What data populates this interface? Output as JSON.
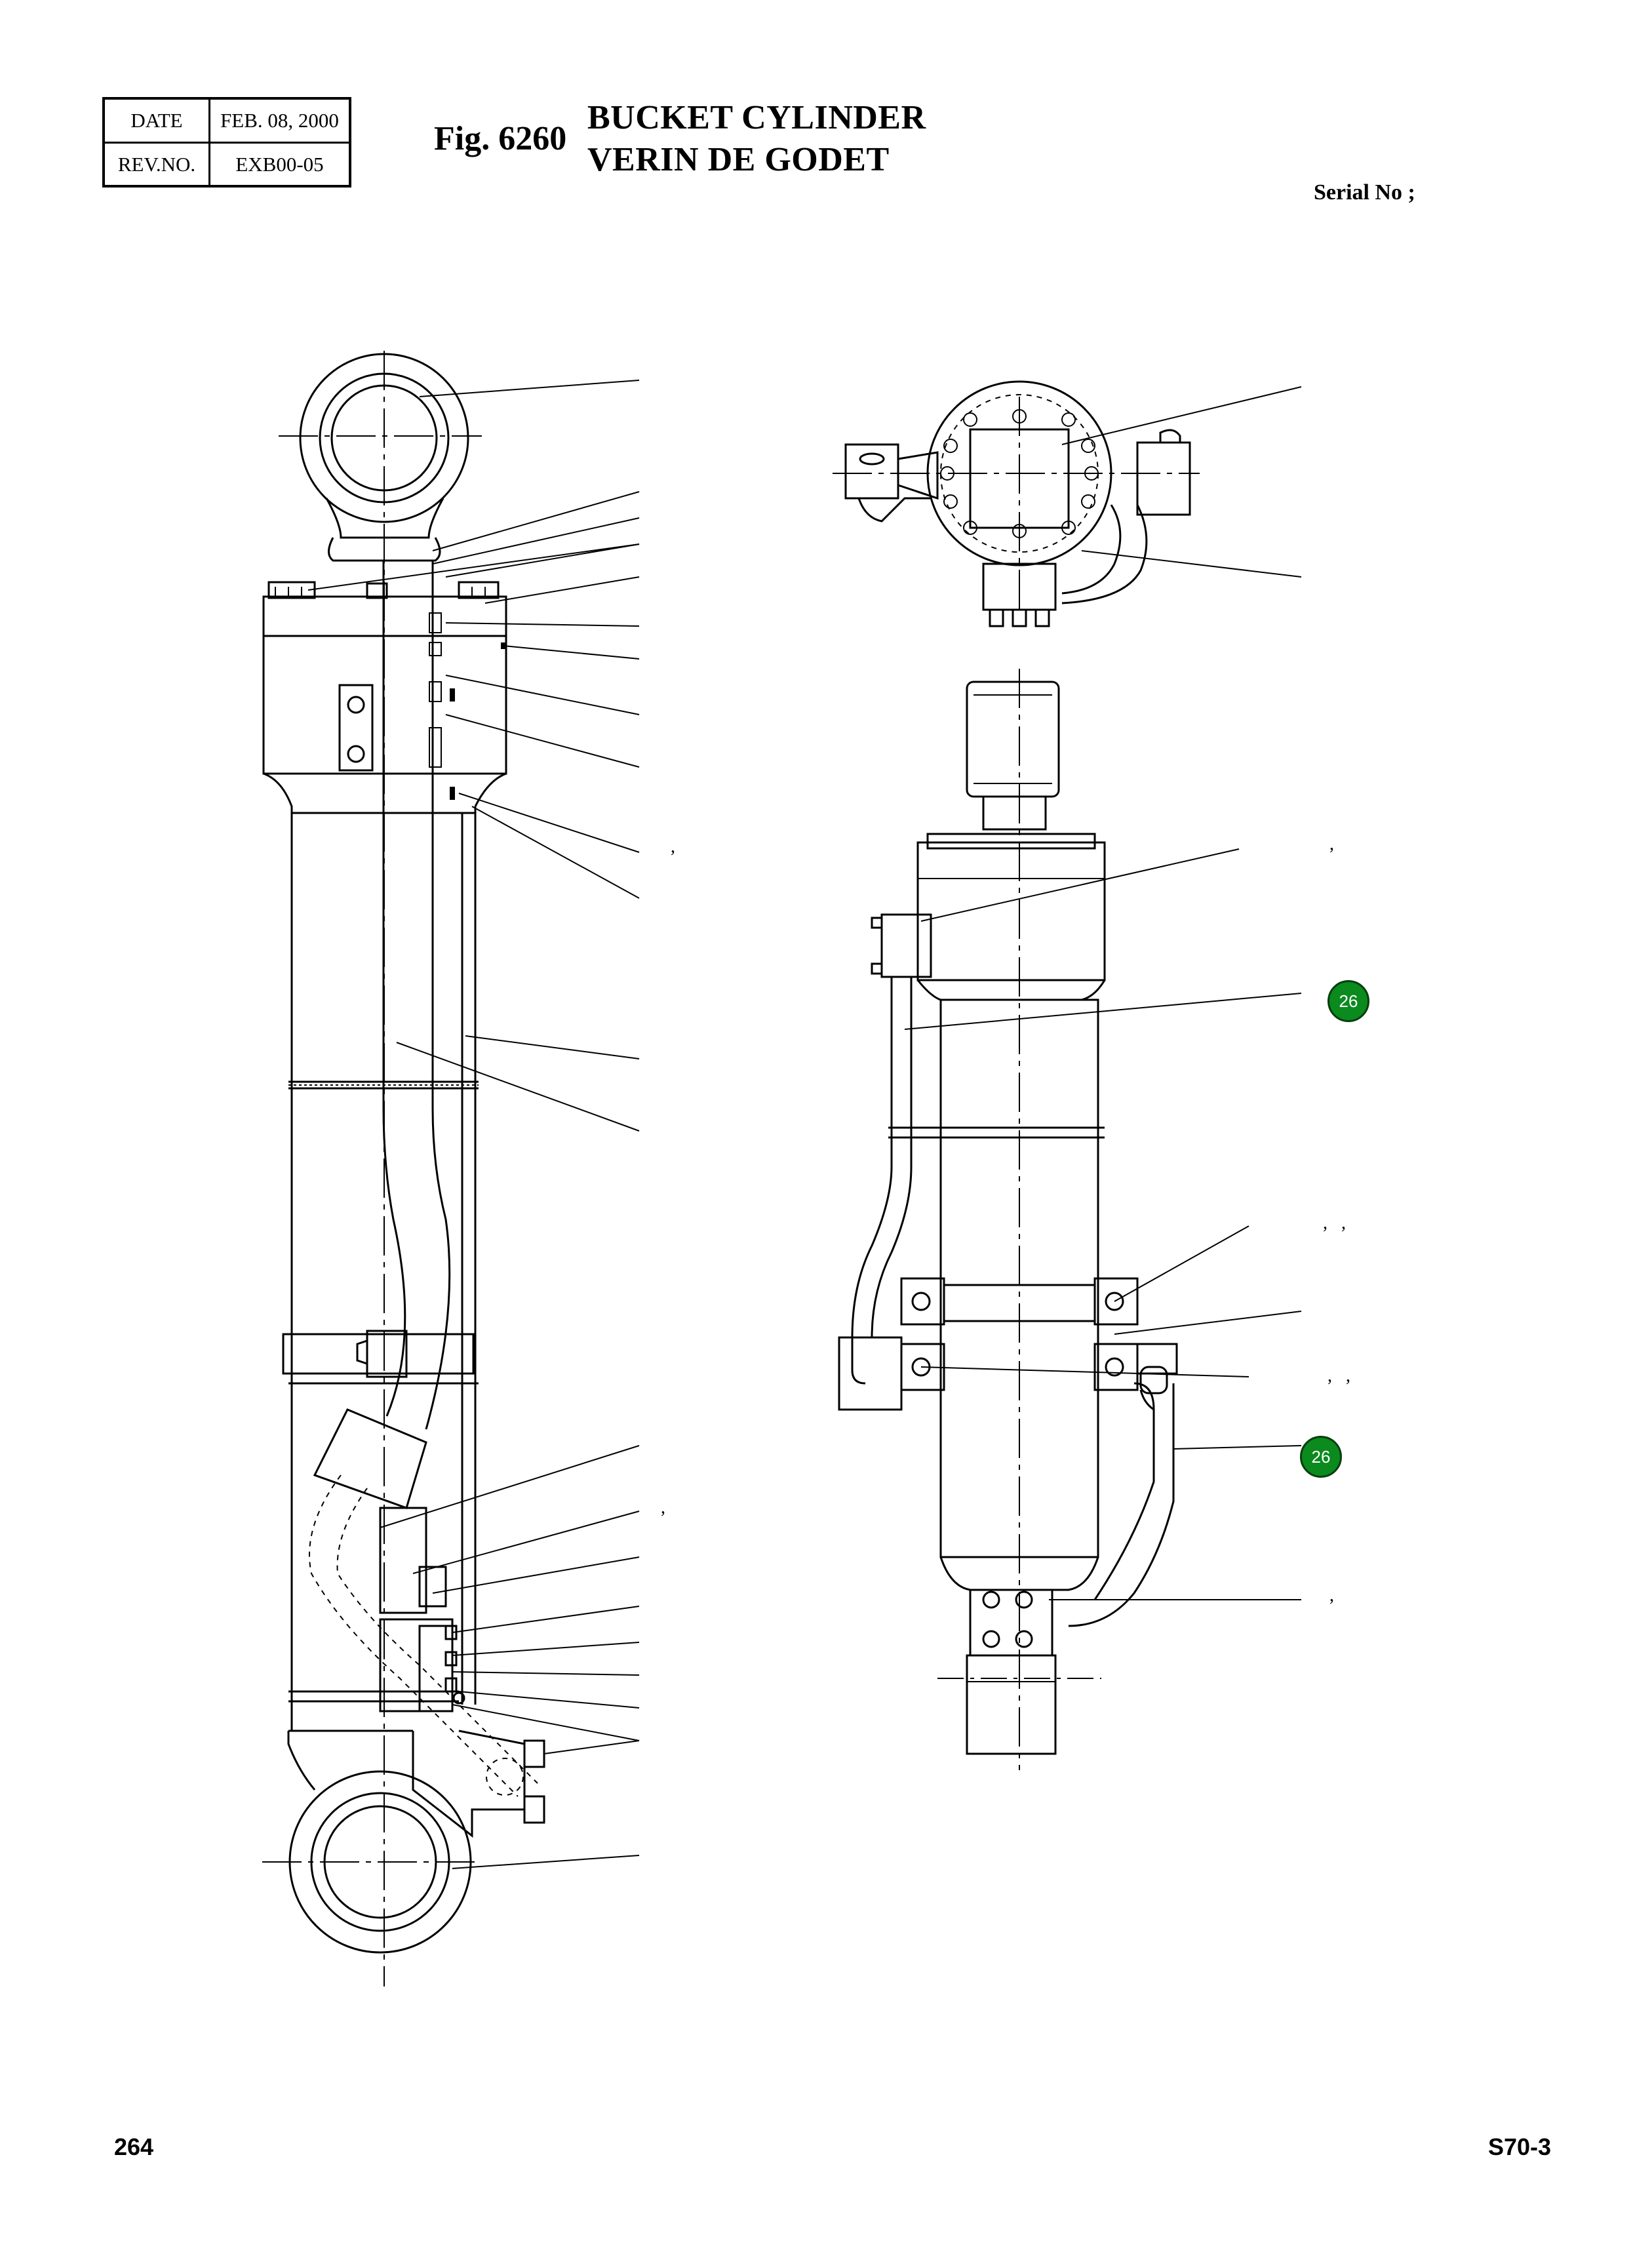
{
  "header": {
    "date_label": "DATE",
    "date_value": "FEB. 08, 2000",
    "rev_label": "REV.NO.",
    "rev_value": "EXB00-05"
  },
  "figure": {
    "number": "Fig. 6260",
    "title_en": "BUCKET CYLINDER",
    "title_fr": "VERIN DE GODET"
  },
  "serial_label": "Serial No ;",
  "callouts": [
    {
      "id": "c1",
      "text": ","
    },
    {
      "id": "c2",
      "text": ","
    },
    {
      "id": "c3",
      "text": ",   ,"
    },
    {
      "id": "c4",
      "text": ",   ,"
    },
    {
      "id": "c5",
      "text": ","
    },
    {
      "id": "c6",
      "text": ","
    }
  ],
  "badges": [
    {
      "id": "badge-1",
      "text": "26",
      "color": "#0b8a1e"
    },
    {
      "id": "badge-2",
      "text": "26",
      "color": "#0b8a1e"
    }
  ],
  "footer": {
    "page_number": "264",
    "model": "S70-3"
  }
}
